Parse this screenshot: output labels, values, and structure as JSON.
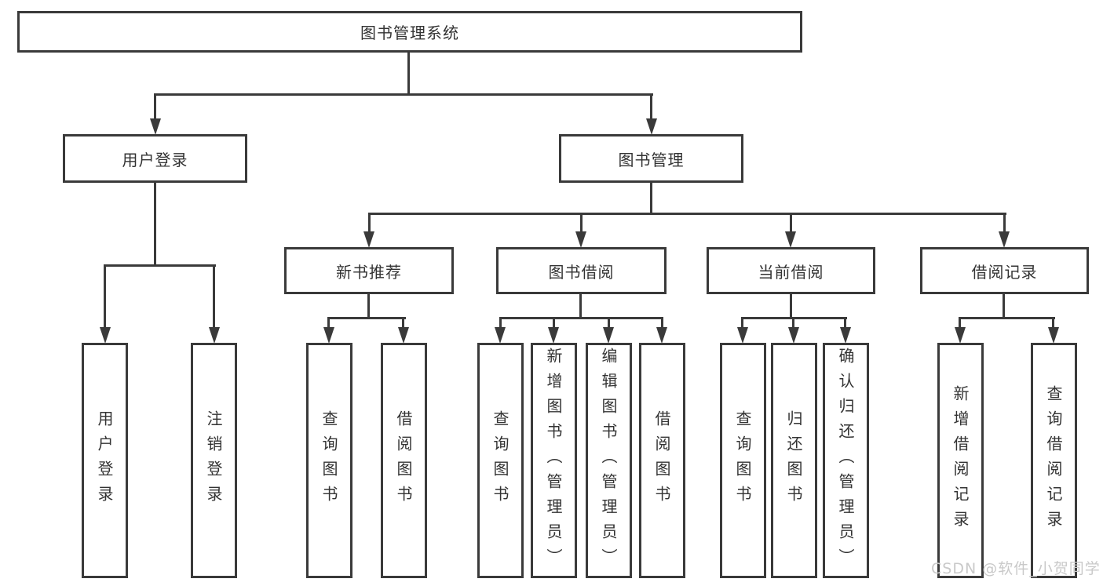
{
  "diagram_type": "hierarchy-tree",
  "tree": {
    "label": "图书管理系统",
    "children": [
      {
        "label": "用户登录",
        "children": [
          {
            "label": "用户登录"
          },
          {
            "label": "注销登录"
          }
        ]
      },
      {
        "label": "图书管理",
        "children": [
          {
            "label": "新书推荐",
            "children": [
              {
                "label": "查询图书"
              },
              {
                "label": "借阅图书"
              }
            ]
          },
          {
            "label": "图书借阅",
            "children": [
              {
                "label": "查询图书"
              },
              {
                "label": "新增图书（管理员）"
              },
              {
                "label": "编辑图书（管理员）"
              },
              {
                "label": "借阅图书"
              }
            ]
          },
          {
            "label": "当前借阅",
            "children": [
              {
                "label": "查询图书"
              },
              {
                "label": "归还图书"
              },
              {
                "label": "确认归还（管理员）"
              }
            ]
          },
          {
            "label": "借阅记录",
            "children": [
              {
                "label": "新增借阅记录"
              },
              {
                "label": "查询借阅记录"
              }
            ]
          }
        ]
      }
    ]
  },
  "watermark": "CSDN @软件_小贺同学",
  "colors": {
    "line": "#3a3a3a",
    "text": "#333333",
    "watermark": "#c9c9c9",
    "background": "#ffffff"
  }
}
